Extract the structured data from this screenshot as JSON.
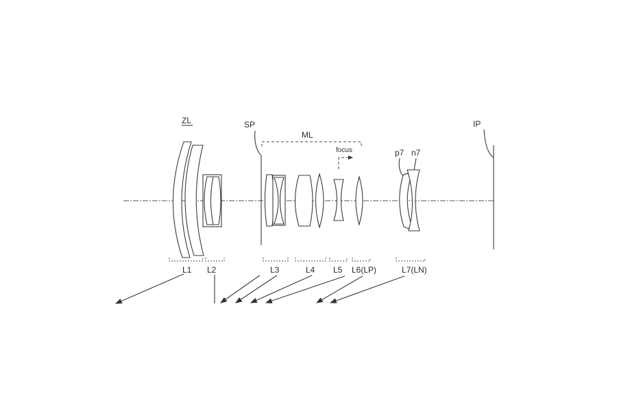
{
  "labels": {
    "zl": "ZL",
    "sp": "SP",
    "ml": "ML",
    "focus": "focus",
    "p7": "p7",
    "n7": "n7",
    "ip": "IP",
    "l1": "L1",
    "l2": "L2",
    "l3": "L3",
    "l4": "L4",
    "l5": "L5",
    "l6": "L6(LP)",
    "l7": "L7(LN)"
  }
}
